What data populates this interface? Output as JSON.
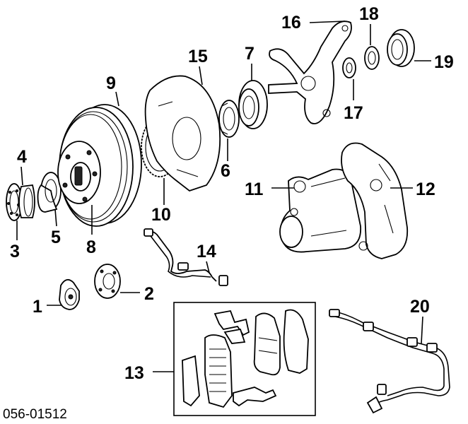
{
  "diagram_code": "056-01512",
  "callouts": {
    "c1": "1",
    "c2": "2",
    "c3": "3",
    "c4": "4",
    "c5": "5",
    "c6": "6",
    "c7": "7",
    "c8": "8",
    "c9": "9",
    "c10": "10",
    "c11": "11",
    "c12": "12",
    "c13": "13",
    "c14": "14",
    "c15": "15",
    "c16": "16",
    "c17": "17",
    "c18": "18",
    "c19": "19",
    "c20": "20"
  },
  "colors": {
    "ink": "#000000",
    "paper": "#ffffff"
  }
}
